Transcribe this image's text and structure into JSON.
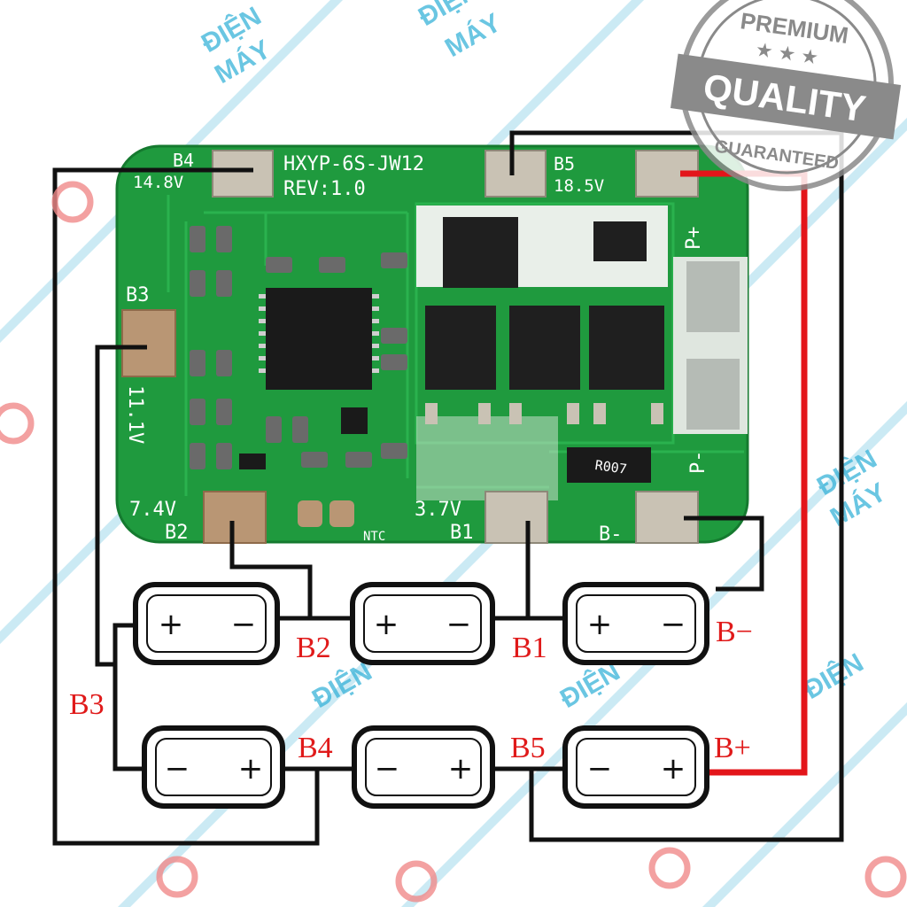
{
  "board": {
    "model": "HXYP-6S-JW12",
    "revision": "REV:1.0",
    "pads": {
      "b4": {
        "name": "B4",
        "voltage": "14.8V"
      },
      "b5": {
        "name": "B5",
        "voltage": "18.5V"
      },
      "b3": {
        "name": "B3",
        "voltage": "11.1V"
      },
      "b2": {
        "name": "B2",
        "voltage": "7.4V"
      },
      "b1": {
        "name": "B1",
        "voltage": "3.7V"
      },
      "b_minus": {
        "name": "B-"
      },
      "p_plus": {
        "name": "P+"
      },
      "p_minus": {
        "name": "P-"
      },
      "ntc": "NTC"
    },
    "resistor_code": "R007"
  },
  "wiring_labels": {
    "b2": "B2",
    "b1": "B1",
    "b_minus": "B−",
    "b3": "B3",
    "b4": "B4",
    "b5": "B5",
    "b_plus": "B+"
  },
  "cells": {
    "top_row": [
      {
        "left": "+",
        "right": "−"
      },
      {
        "left": "+",
        "right": "−"
      },
      {
        "left": "+",
        "right": "−"
      }
    ],
    "bottom_row": [
      {
        "left": "−",
        "right": "+"
      },
      {
        "left": "−",
        "right": "+"
      },
      {
        "left": "−",
        "right": "+"
      }
    ]
  },
  "watermark": {
    "brand_line1": "ĐIỆN",
    "brand_line2": "MÁY",
    "badge_top": "PREMIUM",
    "badge_main": "QUALITY",
    "badge_bottom": "GUARANTEED"
  },
  "colors": {
    "pcb": "#1f9a3e",
    "wire": "#111111",
    "positive_wire": "#e3151a",
    "label": "#e01a1a",
    "watermark": "#39b3d9"
  }
}
